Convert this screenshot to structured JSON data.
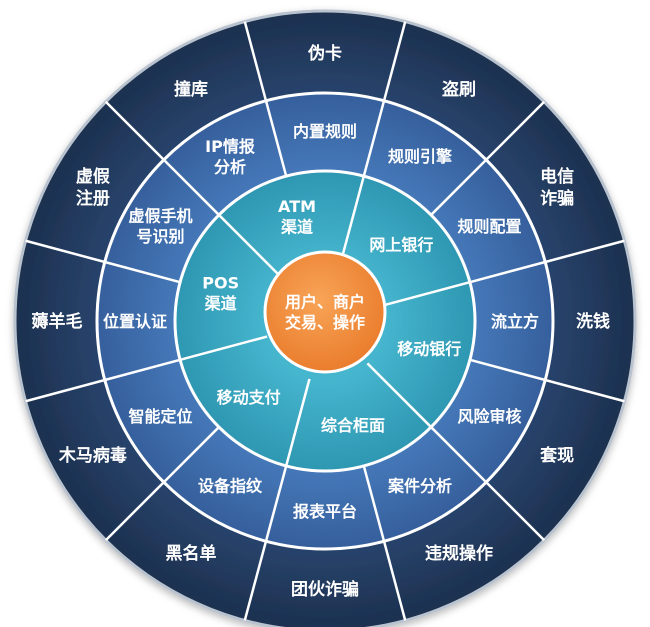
{
  "center": {
    "lines": [
      "用户、商户",
      "交易、操作"
    ],
    "color": "#F08A3A"
  },
  "inner_ring": {
    "color": "#3BA9C4",
    "items": [
      {
        "lines": [
          "网上银行"
        ]
      },
      {
        "lines": [
          "移动银行"
        ]
      },
      {
        "lines": [
          "综合柜面"
        ]
      },
      {
        "lines": [
          "移动支付"
        ]
      },
      {
        "lines": [
          "POS",
          "渠道"
        ]
      },
      {
        "lines": [
          "ATM",
          "渠道"
        ]
      }
    ]
  },
  "middle_ring": {
    "color": "#3E6FB0",
    "items": [
      {
        "lines": [
          "规则引擎"
        ]
      },
      {
        "lines": [
          "规则配置"
        ]
      },
      {
        "lines": [
          "流立方"
        ]
      },
      {
        "lines": [
          "风险审核"
        ]
      },
      {
        "lines": [
          "案件分析"
        ]
      },
      {
        "lines": [
          "报表平台"
        ]
      },
      {
        "lines": [
          "设备指纹"
        ]
      },
      {
        "lines": [
          "智能定位"
        ]
      },
      {
        "lines": [
          "位置认证"
        ]
      },
      {
        "lines": [
          "虚假手机",
          "号识别"
        ]
      },
      {
        "lines": [
          "IP情报",
          "分析"
        ]
      },
      {
        "lines": [
          "内置规则"
        ]
      }
    ]
  },
  "outer_ring": {
    "color": "#22395E",
    "items": [
      {
        "lines": [
          "盗刷"
        ]
      },
      {
        "lines": [
          "电信",
          "诈骗"
        ]
      },
      {
        "lines": [
          "洗钱"
        ]
      },
      {
        "lines": [
          "套现"
        ]
      },
      {
        "lines": [
          "违规操作"
        ]
      },
      {
        "lines": [
          "团伙诈骗"
        ]
      },
      {
        "lines": [
          "黑名单"
        ]
      },
      {
        "lines": [
          "木马病毒"
        ]
      },
      {
        "lines": [
          "薅羊毛"
        ]
      },
      {
        "lines": [
          "虚假",
          "注册"
        ]
      },
      {
        "lines": [
          "撞库"
        ]
      },
      {
        "lines": [
          "伪卡"
        ]
      }
    ]
  }
}
